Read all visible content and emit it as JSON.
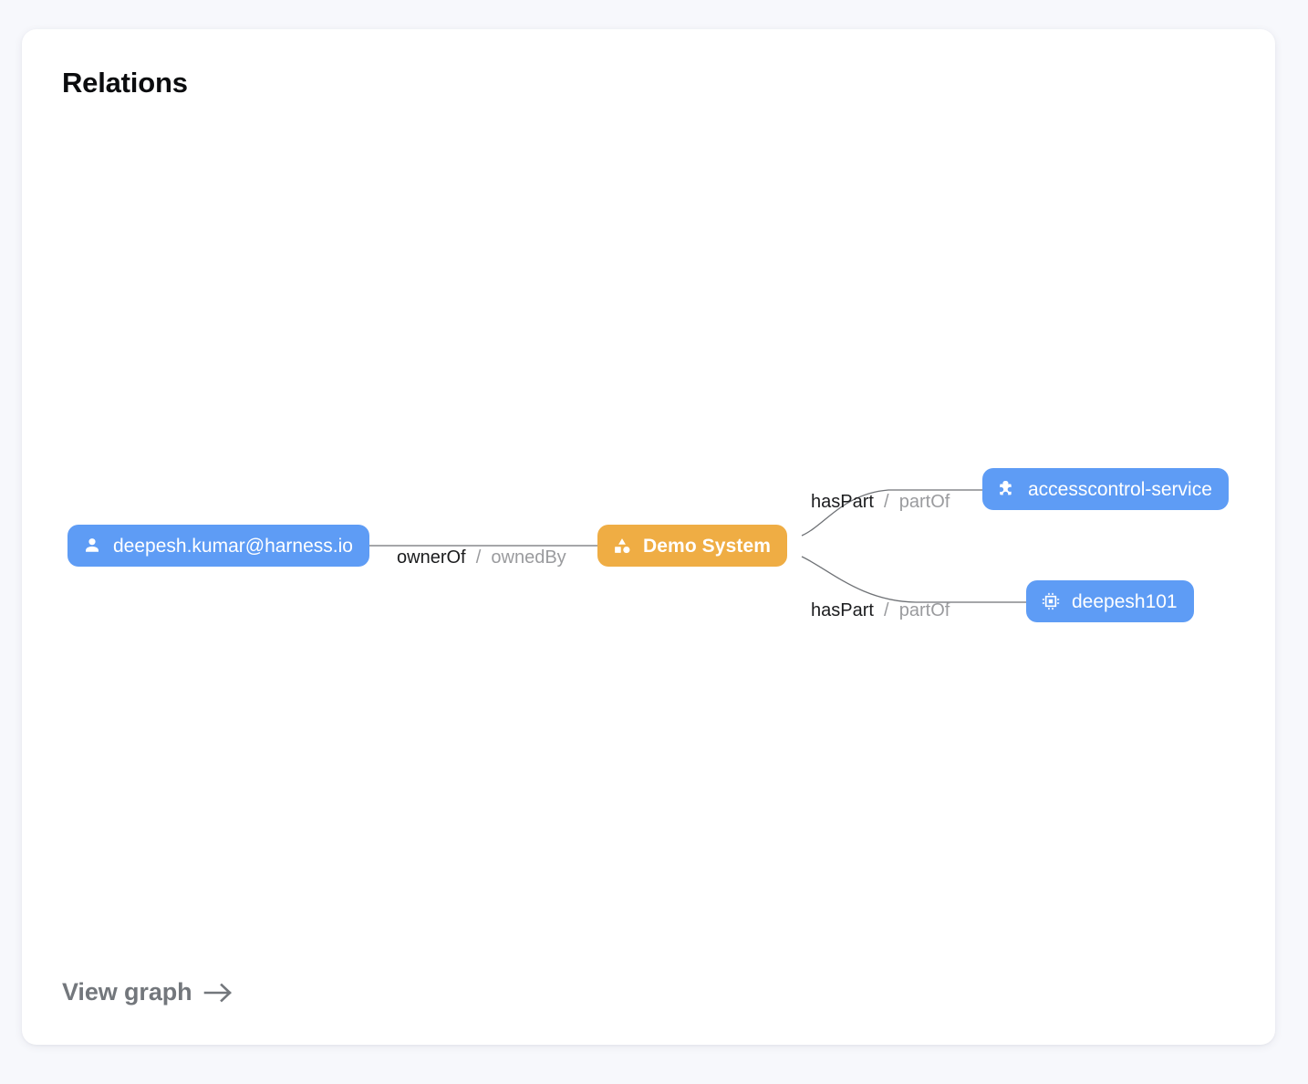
{
  "card": {
    "title": "Relations",
    "footer_link": "View graph",
    "footer_link_icon": "arrow-right-icon"
  },
  "colors": {
    "page_background": "#f7f8fc",
    "card_background": "#ffffff",
    "node_blue": "#5e9cf5",
    "node_orange": "#efad44",
    "edge_line": "#6f7276",
    "label_primary": "#1b1c1e",
    "label_secondary": "#9a9b9e",
    "footer_link": "#73777c"
  },
  "graph": {
    "nodes": [
      {
        "id": "user",
        "label": "deepesh.kumar@harness.io",
        "kind": "user",
        "icon": "person-icon",
        "color": "#5e9cf5"
      },
      {
        "id": "system",
        "label": "Demo System",
        "kind": "system",
        "icon": "shapes-icon",
        "color": "#efad44"
      },
      {
        "id": "component",
        "label": "accesscontrol-service",
        "kind": "component",
        "icon": "puzzle-piece-icon",
        "color": "#5e9cf5"
      },
      {
        "id": "resource",
        "label": "deepesh101",
        "kind": "resource",
        "icon": "chip-icon",
        "color": "#5e9cf5"
      }
    ],
    "edges": [
      {
        "id": "edge-owner",
        "source": "user",
        "target": "system",
        "forward": "ownerOf",
        "separator": "/",
        "reverse": "ownedBy"
      },
      {
        "id": "edge-haspart-component",
        "source": "system",
        "target": "component",
        "forward": "hasPart",
        "separator": "/",
        "reverse": "partOf"
      },
      {
        "id": "edge-haspart-resource",
        "source": "system",
        "target": "resource",
        "forward": "hasPart",
        "separator": "/",
        "reverse": "partOf"
      }
    ]
  }
}
